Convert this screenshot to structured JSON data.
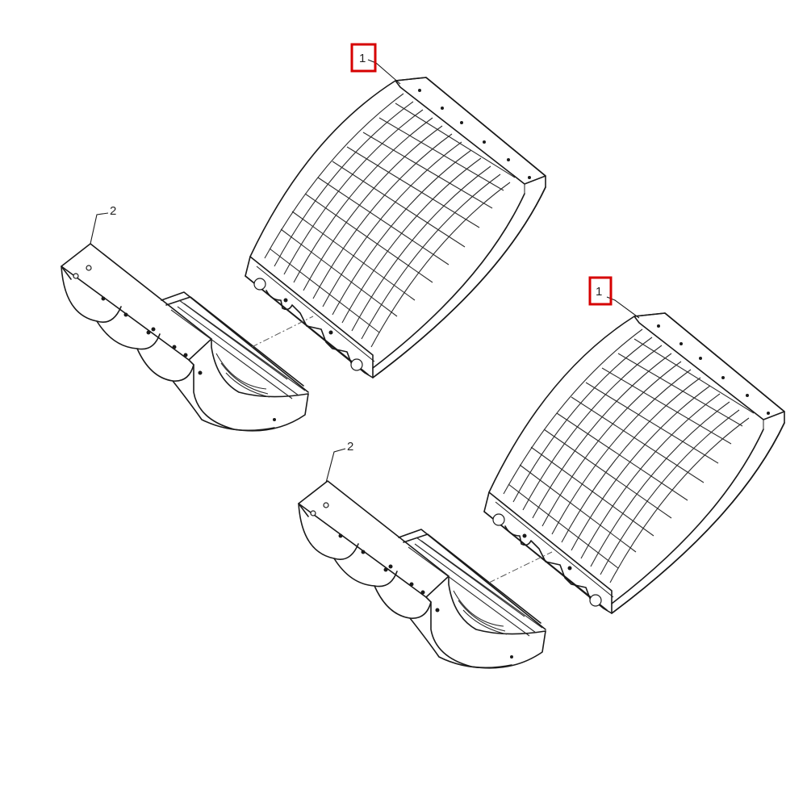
{
  "colors": {
    "highlight": "#d60000",
    "line": "#1a1a1a"
  },
  "callouts": [
    {
      "id": "grate-top",
      "label": "1",
      "highlighted": true
    },
    {
      "id": "grate-bottom",
      "label": "1",
      "highlighted": true
    },
    {
      "id": "housing-top",
      "label": "2",
      "highlighted": false
    },
    {
      "id": "housing-bottom",
      "label": "2",
      "highlighted": false
    }
  ]
}
